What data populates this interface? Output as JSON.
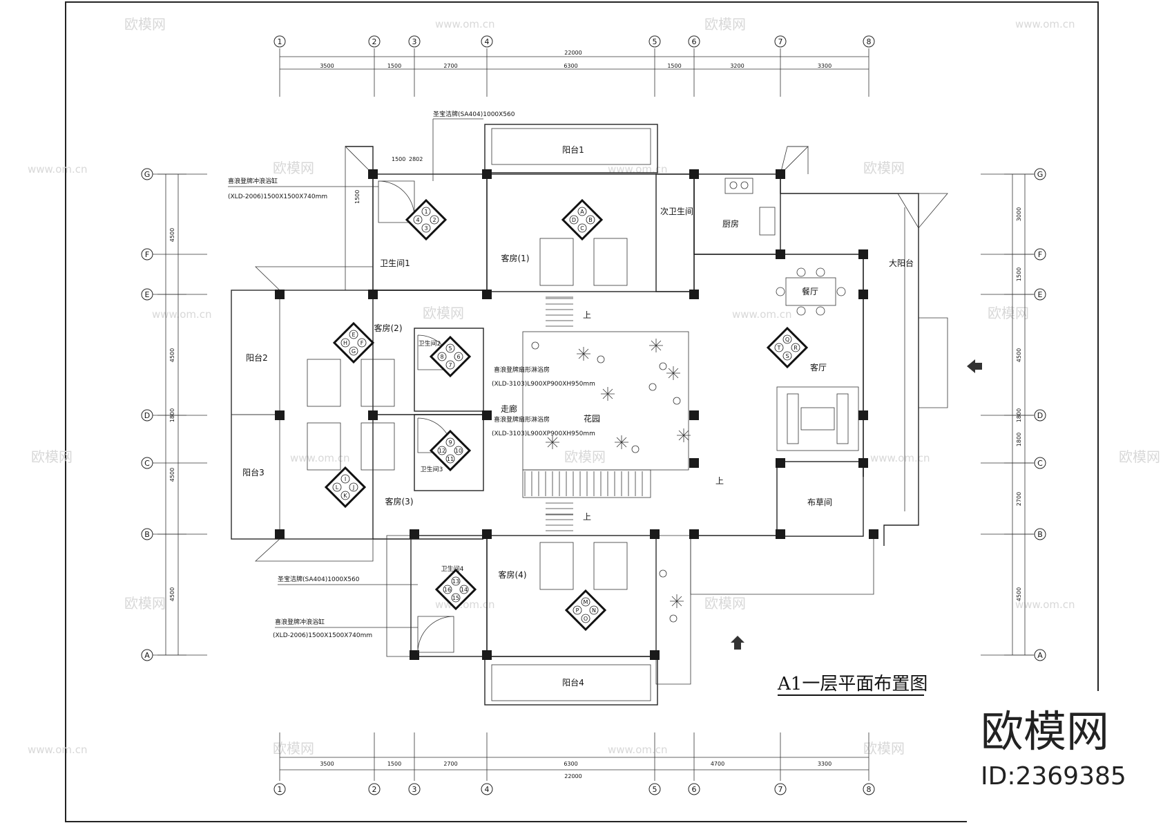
{
  "axes_top": [
    "1",
    "2",
    "3",
    "4",
    "5",
    "6",
    "7",
    "8"
  ],
  "axes_side": [
    "G",
    "F",
    "E",
    "D",
    "C",
    "B",
    "A"
  ],
  "dims_top": [
    "3500",
    "1500",
    "2700",
    "6300",
    "1500",
    "3200",
    "3300"
  ],
  "dims_bottom": [
    "3500",
    "1500",
    "2700",
    "6300",
    "4700",
    "3300"
  ],
  "total_width": "22000",
  "dims_left": [
    "4500",
    "4500",
    "1800",
    "4500",
    "4500"
  ],
  "dims_right": [
    "3000",
    "1500",
    "4500",
    "1800",
    "1800",
    "2700",
    "4500"
  ],
  "rooms": {
    "balcony1": "阳台1",
    "balcony2": "阳台2",
    "balcony3": "阳台3",
    "balcony4": "阳台4",
    "big_balcony": "大阳台",
    "guest1": "客房(1)",
    "guest2": "客房(2)",
    "guest3": "客房(3)",
    "guest4": "客房(4)",
    "bath1": "卫生间1",
    "bath2": "卫生间2",
    "bath3": "卫生间3",
    "bath4": "卫生间4",
    "second_bath": "次卫生间",
    "kitchen": "厨房",
    "dining": "餐厅",
    "living": "客厅",
    "garden": "花园",
    "corridor": "走廊",
    "linen": "布草间",
    "up": "上"
  },
  "notes": {
    "basin_top": "圣宝洁牌(SA404)1000X560",
    "tub_top_1": "喜浪登牌冲浪浴缸",
    "tub_top_2": "(XLD-2006)1500X1500X740mm",
    "shower_1a": "喜浪登牌扇形淋浴房",
    "shower_1b": "(XLD-3103)L900XP900XH950mm",
    "shower_2a": "喜浪登牌扇形淋浴房",
    "shower_2b": "(XLD-3103)L900XP900XH950mm",
    "basin_bottom": "圣宝洁牌(SA404)1000X560",
    "tub_bottom_1": "喜浪登牌冲浪浴缸",
    "tub_bottom_2": "(XLD-2006)1500X1500X740mm",
    "small_dim_a": "1500",
    "small_dim_b": "2802",
    "small_dim_c": "1500"
  },
  "markers": {
    "m1": [
      "1",
      "2",
      "3",
      "4"
    ],
    "m2": [
      "A",
      "B",
      "C",
      "D"
    ],
    "m3": [
      "E",
      "F",
      "G",
      "H"
    ],
    "m4": [
      "5",
      "6",
      "7",
      "8"
    ],
    "m5": [
      "I",
      "J",
      "K",
      "L"
    ],
    "m6": [
      "9",
      "10",
      "11",
      "12"
    ],
    "m7": [
      "Q",
      "R",
      "S",
      "T"
    ],
    "m8": [
      "13",
      "14",
      "15",
      "16"
    ],
    "m9": [
      "M",
      "N",
      "O",
      "P"
    ]
  },
  "title": "A1一层平面布置图",
  "brand": "欧模网",
  "brand_id": "ID:2369385",
  "watermark": "欧模网",
  "watermark_url": "www.om.cn"
}
